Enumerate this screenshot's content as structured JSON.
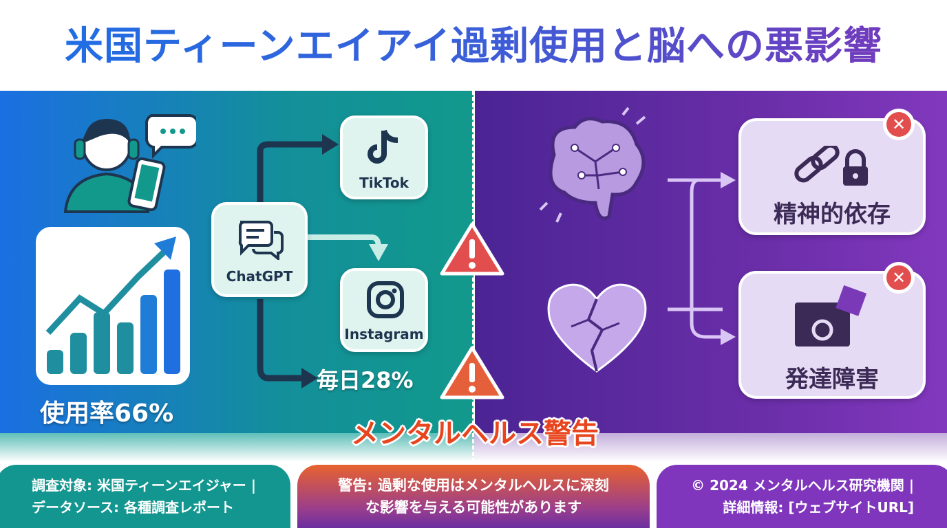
{
  "title": "米国ティーンエイアイ過剰使用と脳への悪影響",
  "left": {
    "usage_rate": "使用率66%",
    "chatgpt_label": "ChatGPT",
    "tiktok_label": "TikTok",
    "instagram_label": "Instagram",
    "daily_rate": "毎日28%"
  },
  "warning_label": "メンタルヘルス警告",
  "right": {
    "effects": [
      {
        "label": "精神的依存"
      },
      {
        "label": "発達障害"
      }
    ]
  },
  "footer": {
    "source_line1": "調査対象: 米国ティーンエイジャー |",
    "source_line2": "データソース: 各種調査レポート",
    "warning_line1": "警告: 過剰な使用はメンタルヘルスに深刻",
    "warning_line2": "な影響を与える可能性があります",
    "credit_line1": "© 2024 メンタルヘルス研究機関 |",
    "credit_line2": "詳細情報: [ウェブサイトURL]"
  },
  "colors": {
    "blue": "#1b6fe2",
    "teal": "#12998c",
    "purple": "#6a2ea8",
    "warning": "#e8451e"
  }
}
